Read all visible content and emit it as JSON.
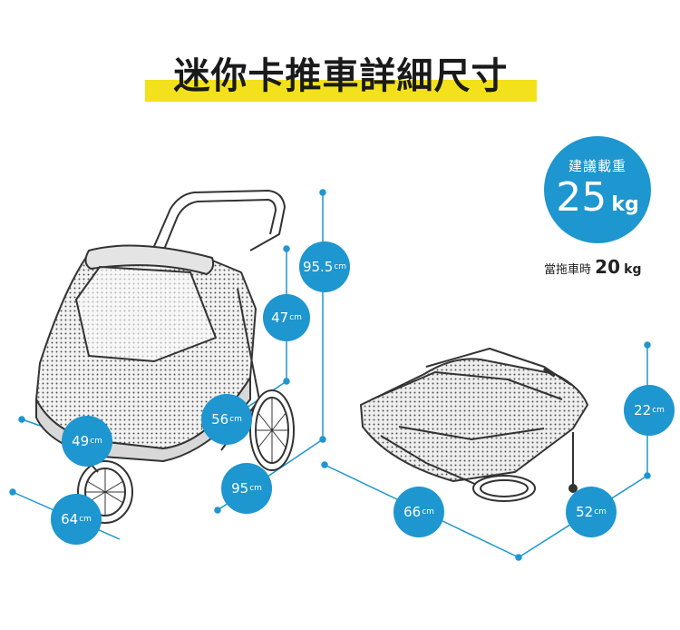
{
  "title": "迷你卡推車詳細尺寸",
  "load": {
    "label": "建議載重",
    "value": "25",
    "unit": "kg",
    "tow_prefix": "當拖車時",
    "tow_value": "20",
    "tow_unit": "kg"
  },
  "dimensions": {
    "height_total": "95.5",
    "height_seat": "47",
    "width_body": "56",
    "depth_body": "49",
    "length_total": "95",
    "width_wheels": "64",
    "folded_length": "66",
    "folded_width": "52",
    "folded_height": "22",
    "unit": "cm"
  },
  "colors": {
    "accent": "#1e96cf",
    "highlight": "#f3e21b",
    "text": "#1a1a1a"
  }
}
